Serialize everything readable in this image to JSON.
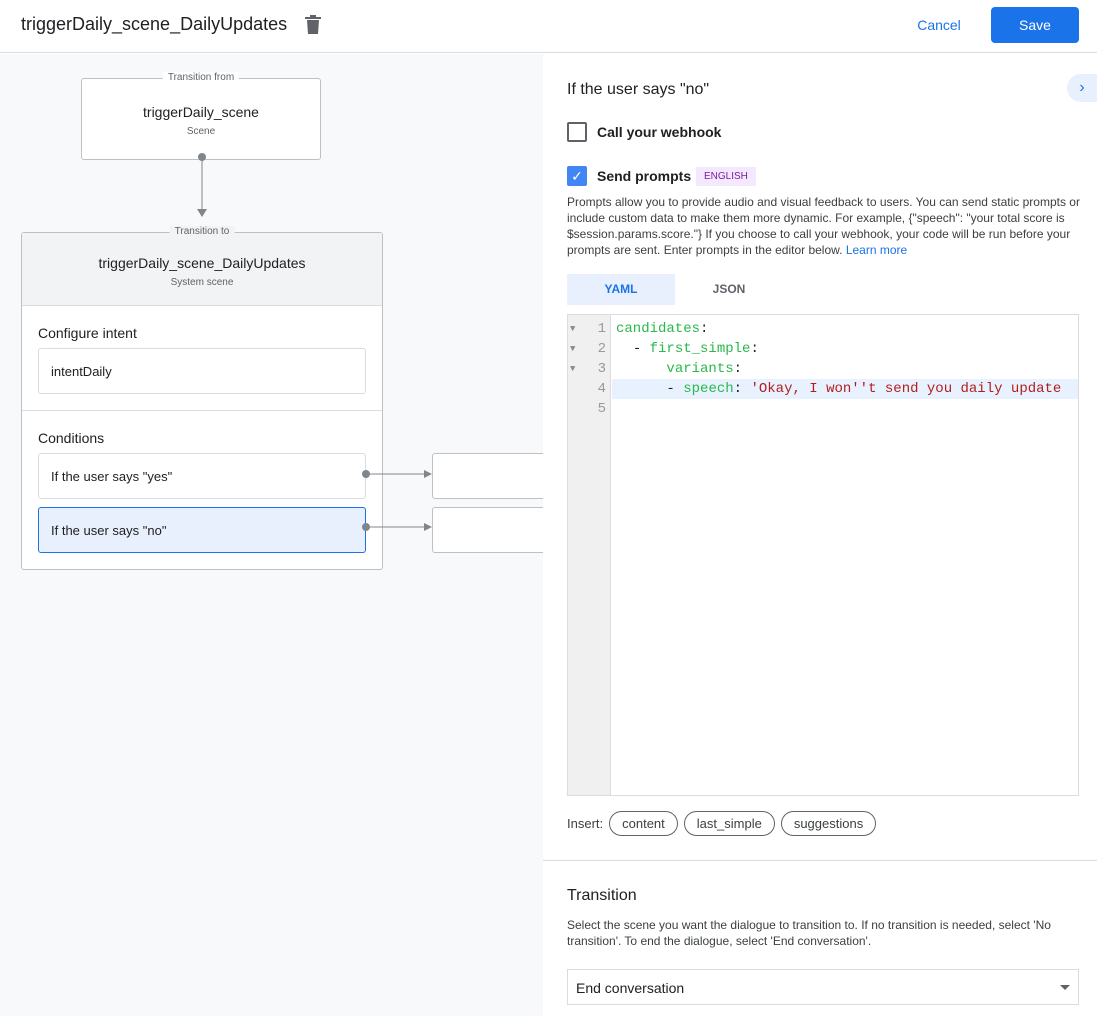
{
  "header": {
    "title": "triggerDaily_scene_DailyUpdates",
    "cancel": "Cancel",
    "save": "Save"
  },
  "canvas": {
    "from": {
      "label": "Transition from",
      "name": "triggerDaily_scene",
      "type": "Scene"
    },
    "to": {
      "label": "Transition to",
      "name": "triggerDaily_scene_DailyUpdates",
      "type": "System scene"
    },
    "intent_heading": "Configure intent",
    "intent": "intentDaily",
    "conditions_heading": "Conditions",
    "conditions": [
      {
        "label": "If the user says \"yes\""
      },
      {
        "label": "If the user says \"no\""
      }
    ]
  },
  "panel": {
    "heading": "If the user says \"no\"",
    "webhook": {
      "label": "Call your webhook",
      "checked": false
    },
    "prompts": {
      "label": "Send prompts",
      "checked": true,
      "badge": "ENGLISH",
      "description": "Prompts allow you to provide audio and visual feedback to users. You can send static prompts or include custom data to make them more dynamic. For example, {\"speech\": \"your total score is $session.params.score.\"} If you choose to call your webhook, your code will be run before your prompts are sent. Enter prompts in the editor below.",
      "learn_more": "Learn more"
    },
    "tabs": [
      {
        "label": "YAML",
        "active": true
      },
      {
        "label": "JSON",
        "active": false
      }
    ],
    "code_lines": [
      {
        "num": "1",
        "key": "candidates",
        "rest": ":",
        "indent": "",
        "dash": "",
        "val": ""
      },
      {
        "num": "2",
        "key": "first_simple",
        "rest": ":",
        "indent": "  ",
        "dash": "- ",
        "val": ""
      },
      {
        "num": "3",
        "key": "variants",
        "rest": ":",
        "indent": "    ",
        "dash": "  ",
        "val": ""
      },
      {
        "num": "4",
        "key": "speech",
        "rest": ": ",
        "indent": "      ",
        "dash": "- ",
        "val": "'Okay, I won''t send you daily update"
      },
      {
        "num": "5",
        "key": "",
        "rest": "",
        "indent": "",
        "dash": "",
        "val": ""
      }
    ],
    "insert_label": "Insert:",
    "insert_chips": [
      "content",
      "last_simple",
      "suggestions"
    ],
    "transition": {
      "heading": "Transition",
      "description": "Select the scene you want the dialogue to transition to. If no transition is needed, select 'No transition'. To end the dialogue, select 'End conversation'.",
      "selected": "End conversation"
    }
  }
}
